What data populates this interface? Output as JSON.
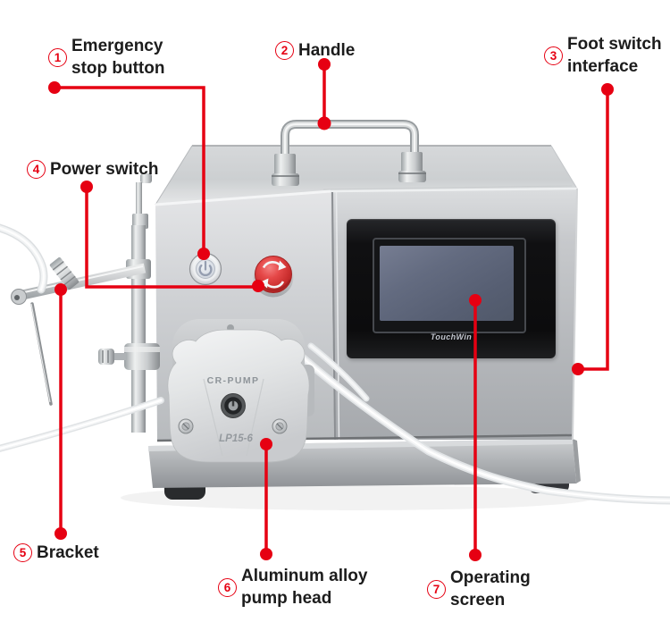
{
  "figure": {
    "background": "#ffffff",
    "accent_color": "#e60012",
    "label_text_color": "#1c1c1c"
  },
  "labels": [
    {
      "number": "1",
      "lines": [
        "Emergency",
        "stop button"
      ]
    },
    {
      "number": "2",
      "lines": [
        "Handle"
      ]
    },
    {
      "number": "3",
      "lines": [
        "Foot switch",
        "interface"
      ]
    },
    {
      "number": "4",
      "lines": [
        "Power switch"
      ]
    },
    {
      "number": "5",
      "lines": [
        "Bracket"
      ]
    },
    {
      "number": "6",
      "lines": [
        "Aluminum alloy",
        "pump head"
      ]
    },
    {
      "number": "7",
      "lines": [
        "Operating",
        "screen"
      ]
    }
  ],
  "machine": {
    "pump_head": {
      "brand": "CR-PUMP",
      "model": "LP15-6"
    },
    "screen": {
      "brand": "TouchWin",
      "panel_color": "#5d6578"
    }
  }
}
